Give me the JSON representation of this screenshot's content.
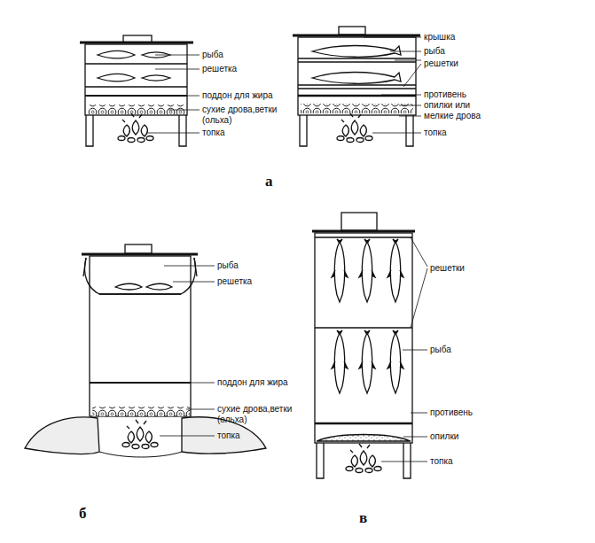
{
  "diagram": {
    "labels": [
      "рыба",
      "решетка",
      "поддон для жира",
      "сухие дрова,ветки (ольха)",
      "топка",
      "крышка",
      "рыба",
      "решетки",
      "противень",
      "опилки или",
      "мелкие дрова",
      "топка",
      "а",
      "рыба",
      "решетка",
      "поддон для жира",
      "сухие дрова,ветки (ольха)",
      "топка",
      "б",
      "решетки",
      "рыба",
      "противень",
      "опилки",
      "топка",
      "в"
    ]
  }
}
